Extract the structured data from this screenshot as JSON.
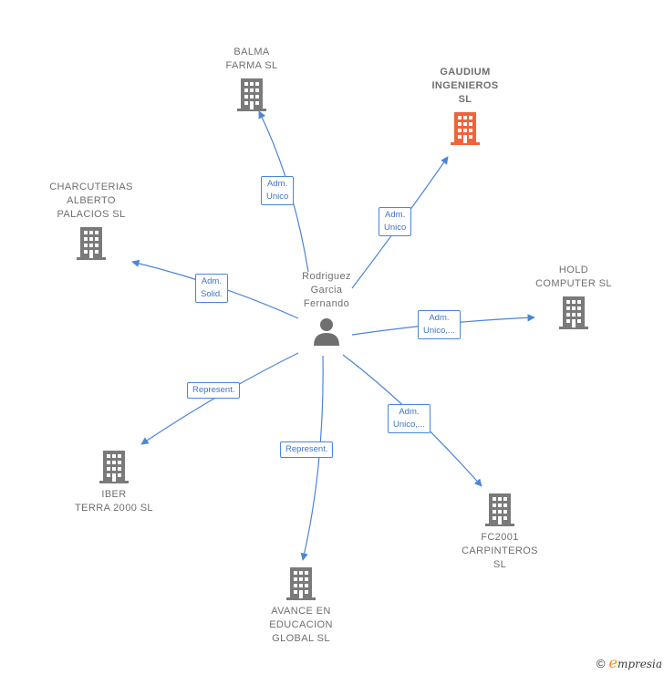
{
  "center": {
    "name": "Rodriguez\nGarcia\nFernando",
    "icon": "person-icon"
  },
  "companies": [
    {
      "id": "balma",
      "name": "BALMA\nFARMA SL",
      "highlight": false
    },
    {
      "id": "gaudium",
      "name": "GAUDIUM\nINGENIEROS\nSL",
      "highlight": true
    },
    {
      "id": "charcuterias",
      "name": "CHARCUTERIAS\nALBERTO\nPALACIOS  SL",
      "highlight": false
    },
    {
      "id": "hold",
      "name": "HOLD\nCOMPUTER  SL",
      "highlight": false
    },
    {
      "id": "iber",
      "name": "IBER\nTERRA 2000 SL",
      "highlight": false
    },
    {
      "id": "fc2001",
      "name": "FC2001\nCARPINTEROS\nSL",
      "highlight": false
    },
    {
      "id": "avance",
      "name": "AVANCE EN\nEDUCACION\nGLOBAL  SL",
      "highlight": false
    }
  ],
  "relations": [
    {
      "target": "balma",
      "label": "Adm.\nUnico"
    },
    {
      "target": "gaudium",
      "label": "Adm.\nUnico"
    },
    {
      "target": "charcuterias",
      "label": "Adm.\nSolid."
    },
    {
      "target": "hold",
      "label": "Adm.\nUnico,..."
    },
    {
      "target": "iber",
      "label": "Represent."
    },
    {
      "target": "fc2001",
      "label": "Adm.\nUnico,..."
    },
    {
      "target": "avance",
      "label": "Represent."
    }
  ],
  "colors": {
    "edge": "#4a86d8",
    "building": "#7a7a7a",
    "highlight": "#f0643a",
    "person": "#6f6f6f"
  },
  "footer": {
    "copyright": "©",
    "brand_initial": "e",
    "brand_rest": "mpresia"
  }
}
